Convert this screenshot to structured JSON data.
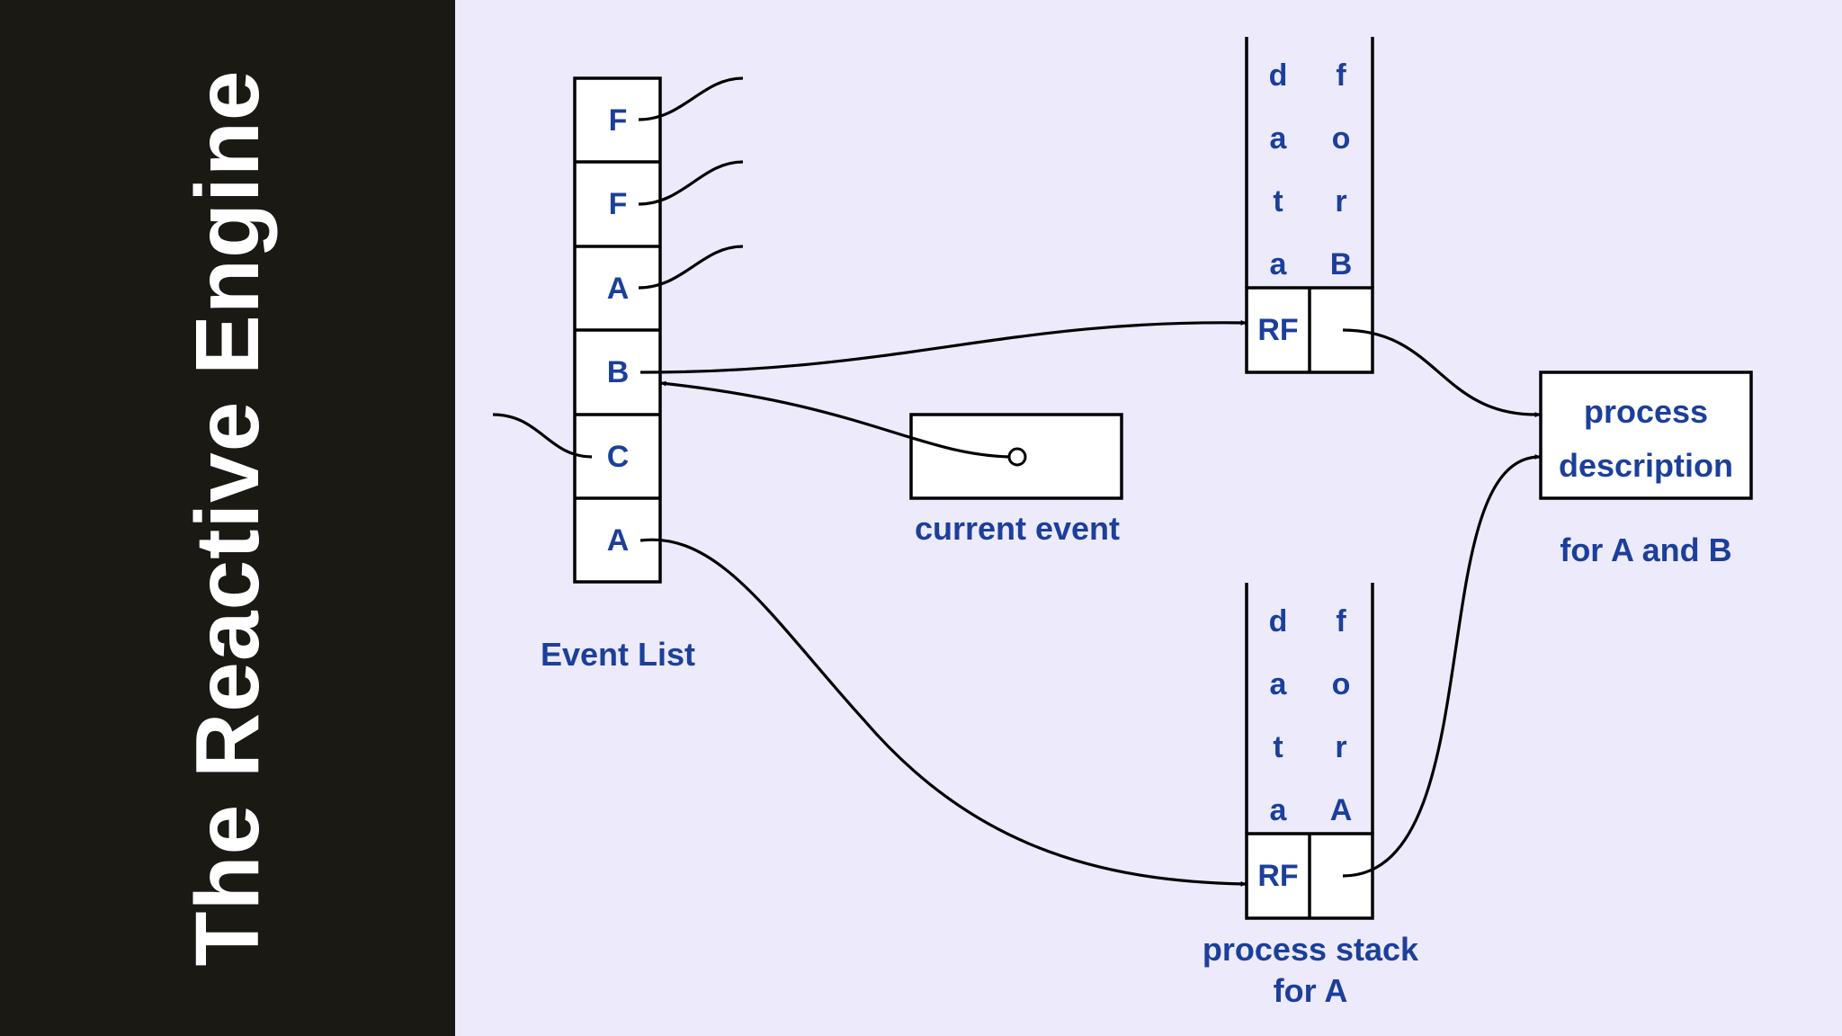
{
  "title": "The Reactive Engine",
  "event_list": {
    "caption": "Event List",
    "cells": [
      "F",
      "F",
      "A",
      "B",
      "C",
      "A"
    ]
  },
  "current_event": {
    "caption": "current event"
  },
  "stack_b": {
    "letters_left": [
      "d",
      "a",
      "t",
      "a"
    ],
    "letters_right": [
      "f",
      "o",
      "r",
      "B"
    ],
    "rf": "RF"
  },
  "stack_a": {
    "letters_left": [
      "d",
      "a",
      "t",
      "a"
    ],
    "letters_right": [
      "f",
      "o",
      "r",
      "A"
    ],
    "rf": "RF",
    "caption_line1": "process stack",
    "caption_line2": "for A"
  },
  "process_description": {
    "line1": "process",
    "line2": "description",
    "caption": "for A and B"
  },
  "colors": {
    "sidebar": "#1a1914",
    "background": "#eceafb",
    "label": "#1c3f9a",
    "title": "#ffffff"
  }
}
